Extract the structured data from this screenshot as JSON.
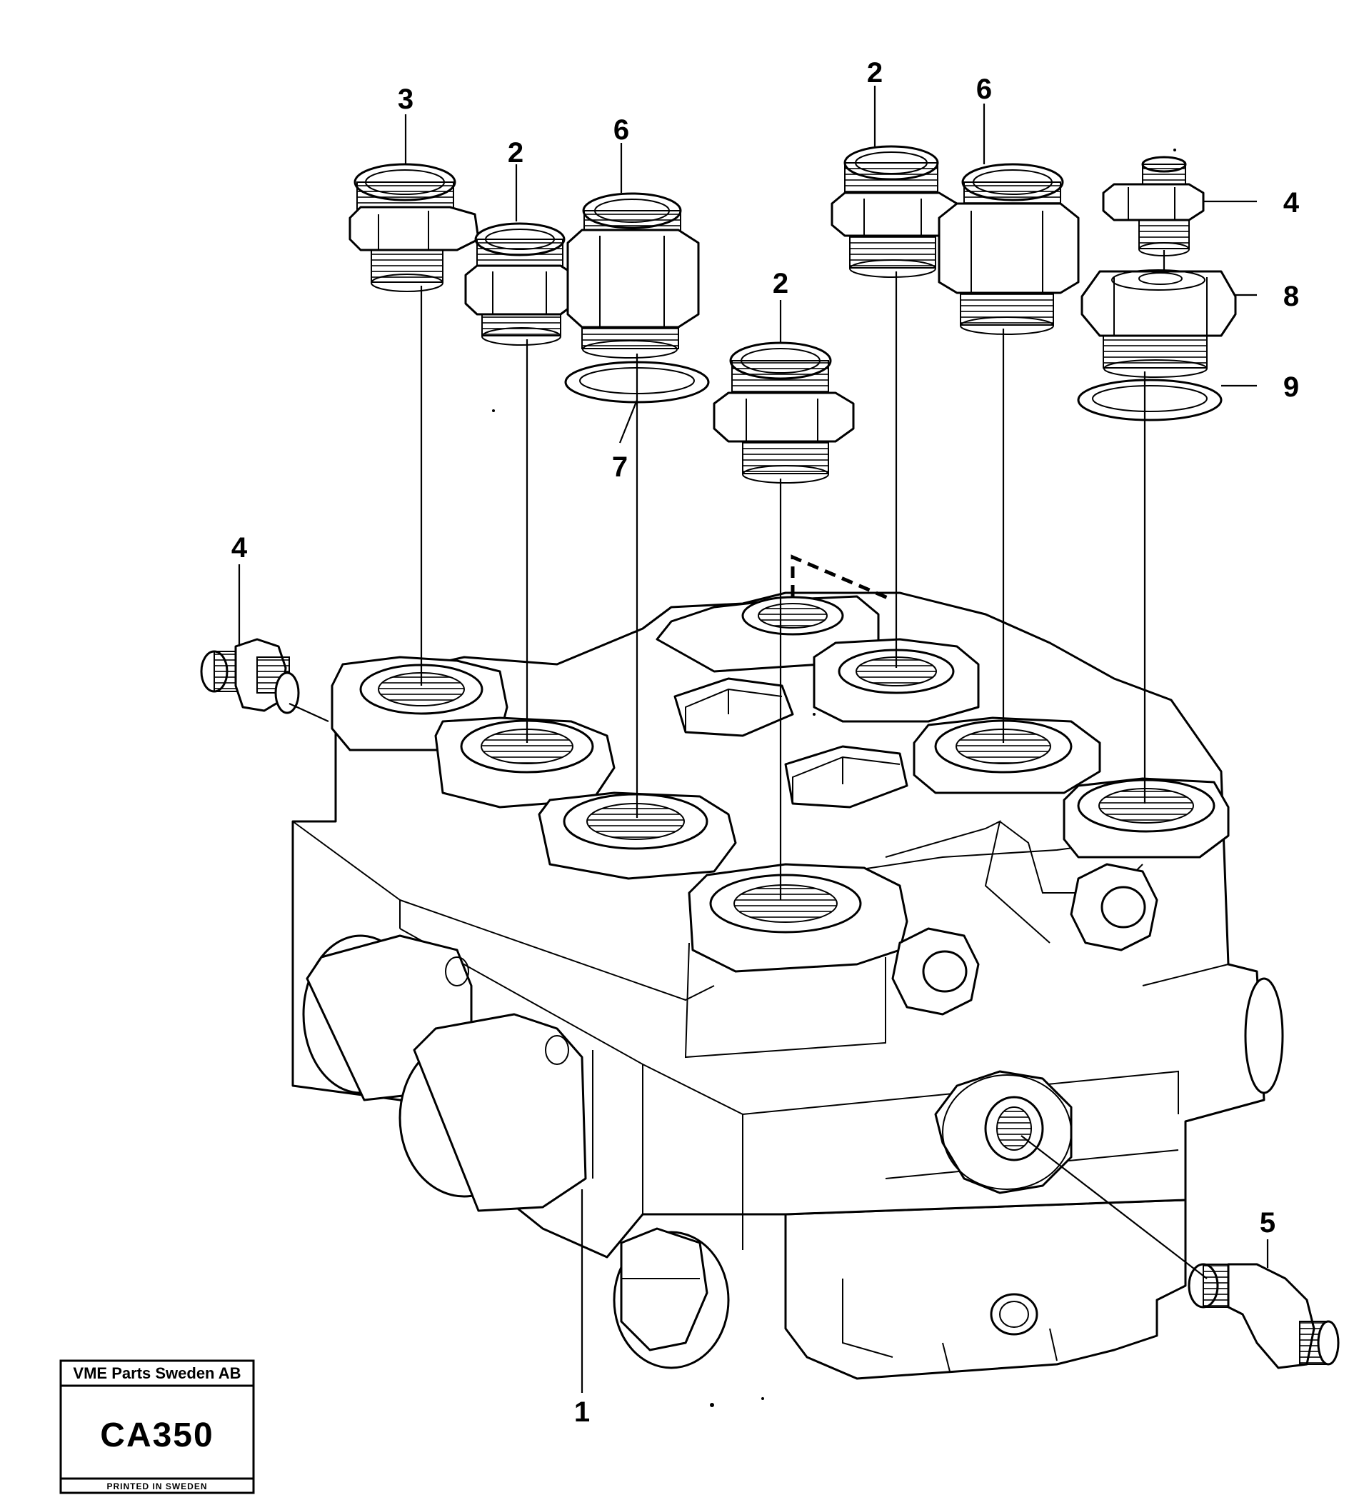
{
  "callouts": [
    {
      "id": "c-1",
      "label": "1"
    },
    {
      "id": "c-2a",
      "label": "2"
    },
    {
      "id": "c-2b",
      "label": "2"
    },
    {
      "id": "c-2c",
      "label": "2"
    },
    {
      "id": "c-3",
      "label": "3"
    },
    {
      "id": "c-4a",
      "label": "4"
    },
    {
      "id": "c-4b",
      "label": "4"
    },
    {
      "id": "c-5",
      "label": "5"
    },
    {
      "id": "c-6a",
      "label": "6"
    },
    {
      "id": "c-6b",
      "label": "6"
    },
    {
      "id": "c-7",
      "label": "7"
    },
    {
      "id": "c-8",
      "label": "8"
    },
    {
      "id": "c-9",
      "label": "9"
    }
  ],
  "stamp": {
    "company": "VME Parts Sweden AB",
    "code": "CA350",
    "printed": "PRINTED IN SWEDEN"
  }
}
